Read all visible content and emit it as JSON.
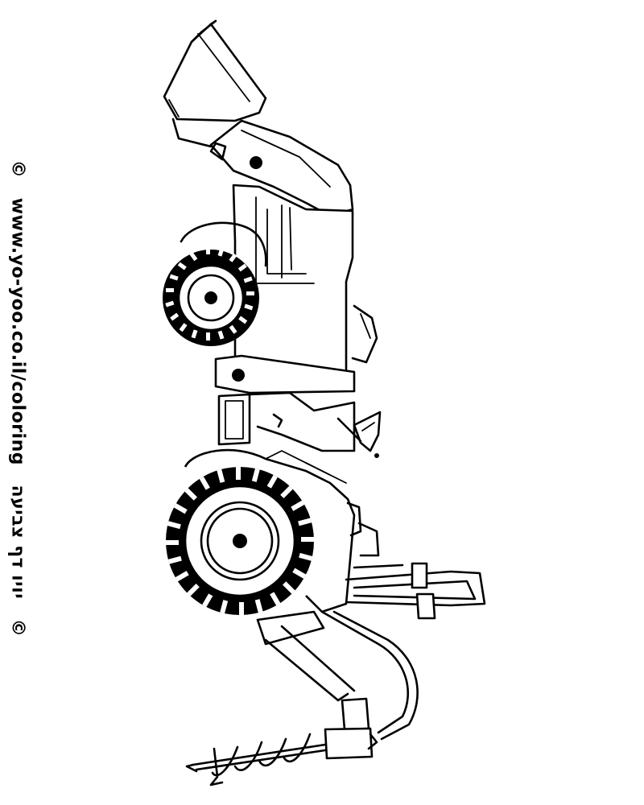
{
  "credit": {
    "copyright_right": "©",
    "url": "www.yo-yoo.co.il/coloring",
    "hebrew": "יויו דף צביעה",
    "copyright_left": "©"
  },
  "colors": {
    "line": "#000000",
    "background": "#ffffff"
  },
  "subject": "backhoe-loader-with-auger-coloring-page"
}
